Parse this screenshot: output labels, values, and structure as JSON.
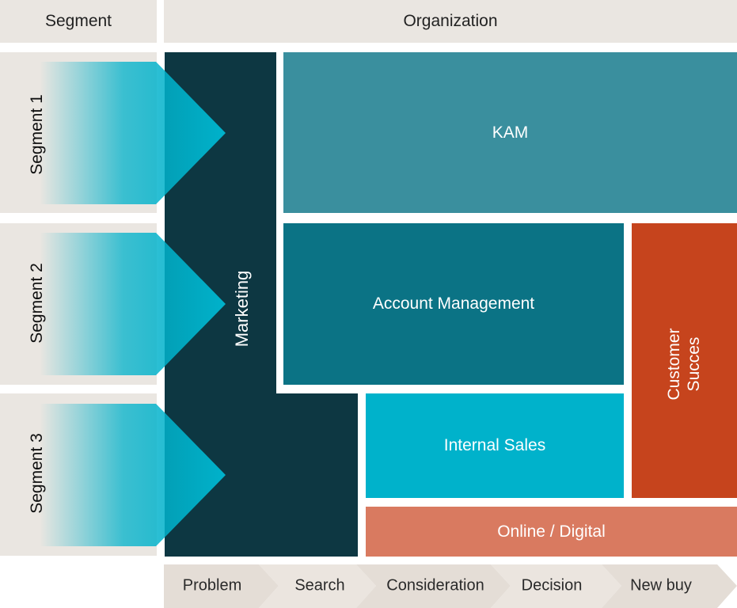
{
  "headers": {
    "segment": "Segment",
    "organization": "Organization"
  },
  "segments": [
    "Segment 1",
    "Segment 2",
    "Segment 3"
  ],
  "org": {
    "marketing": "Marketing",
    "kam": "KAM",
    "account_management": "Account Management",
    "internal_sales": "Internal Sales",
    "customer_success": "Customer Succes",
    "online_digital": "Online / Digital"
  },
  "journey": [
    "Problem",
    "Search",
    "Consideration",
    "Decision",
    "New buy"
  ],
  "colors": {
    "header_bg": "#eae6e1",
    "marketing": "#0d3742",
    "kam": "#3a8f9e",
    "account_management": "#0b7385",
    "internal_sales": "#00b2cb",
    "customer_success": "#c6441d",
    "online_digital": "#d97a60",
    "arrow": "#00b2cb"
  }
}
